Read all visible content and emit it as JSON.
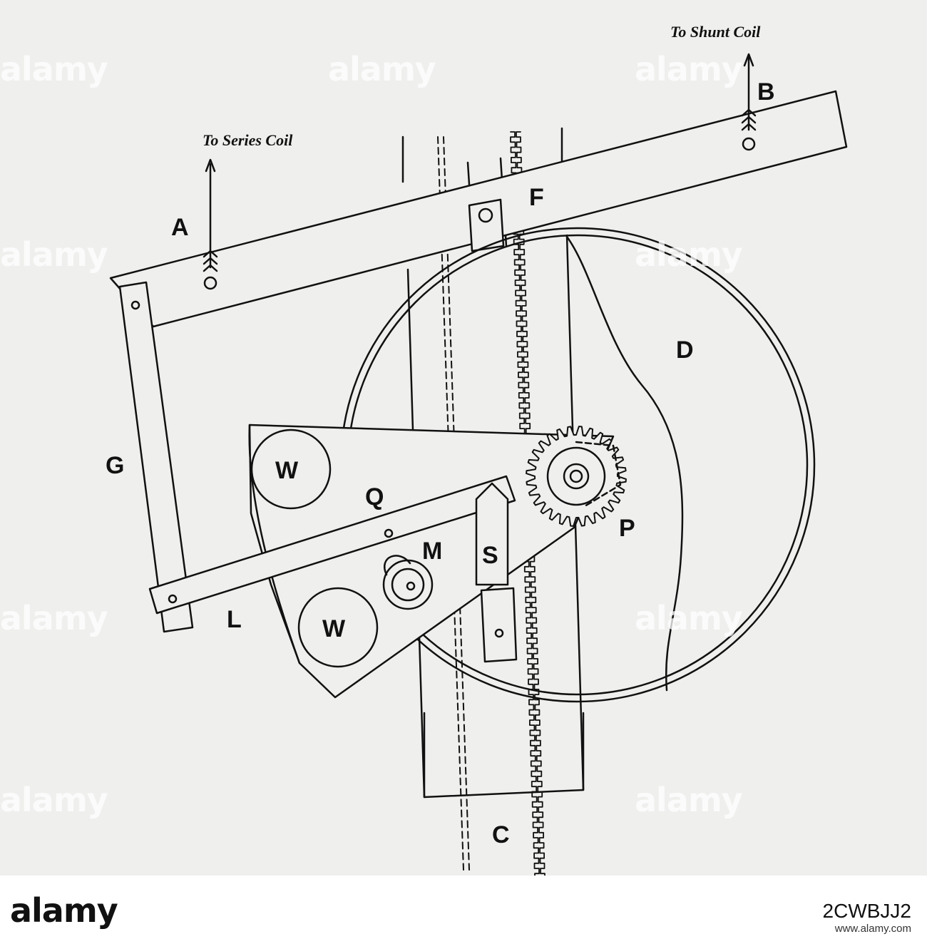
{
  "diagram": {
    "captions": {
      "series_coil": "To Series Coil",
      "shunt_coil": "To Shunt Coil"
    },
    "labels": {
      "A": "A",
      "B": "B",
      "C": "C",
      "D": "D",
      "F": "F",
      "G": "G",
      "L": "L",
      "M": "M",
      "P": "P",
      "Q": "Q",
      "S": "S",
      "W1": "W",
      "W2": "W"
    },
    "line_color": "#111111",
    "paper_color": "#efefed"
  },
  "watermark": {
    "text": "alamy"
  },
  "footer": {
    "brand": "alamy",
    "stock_id": "2CWBJJ2",
    "url": "www.alamy.com"
  }
}
